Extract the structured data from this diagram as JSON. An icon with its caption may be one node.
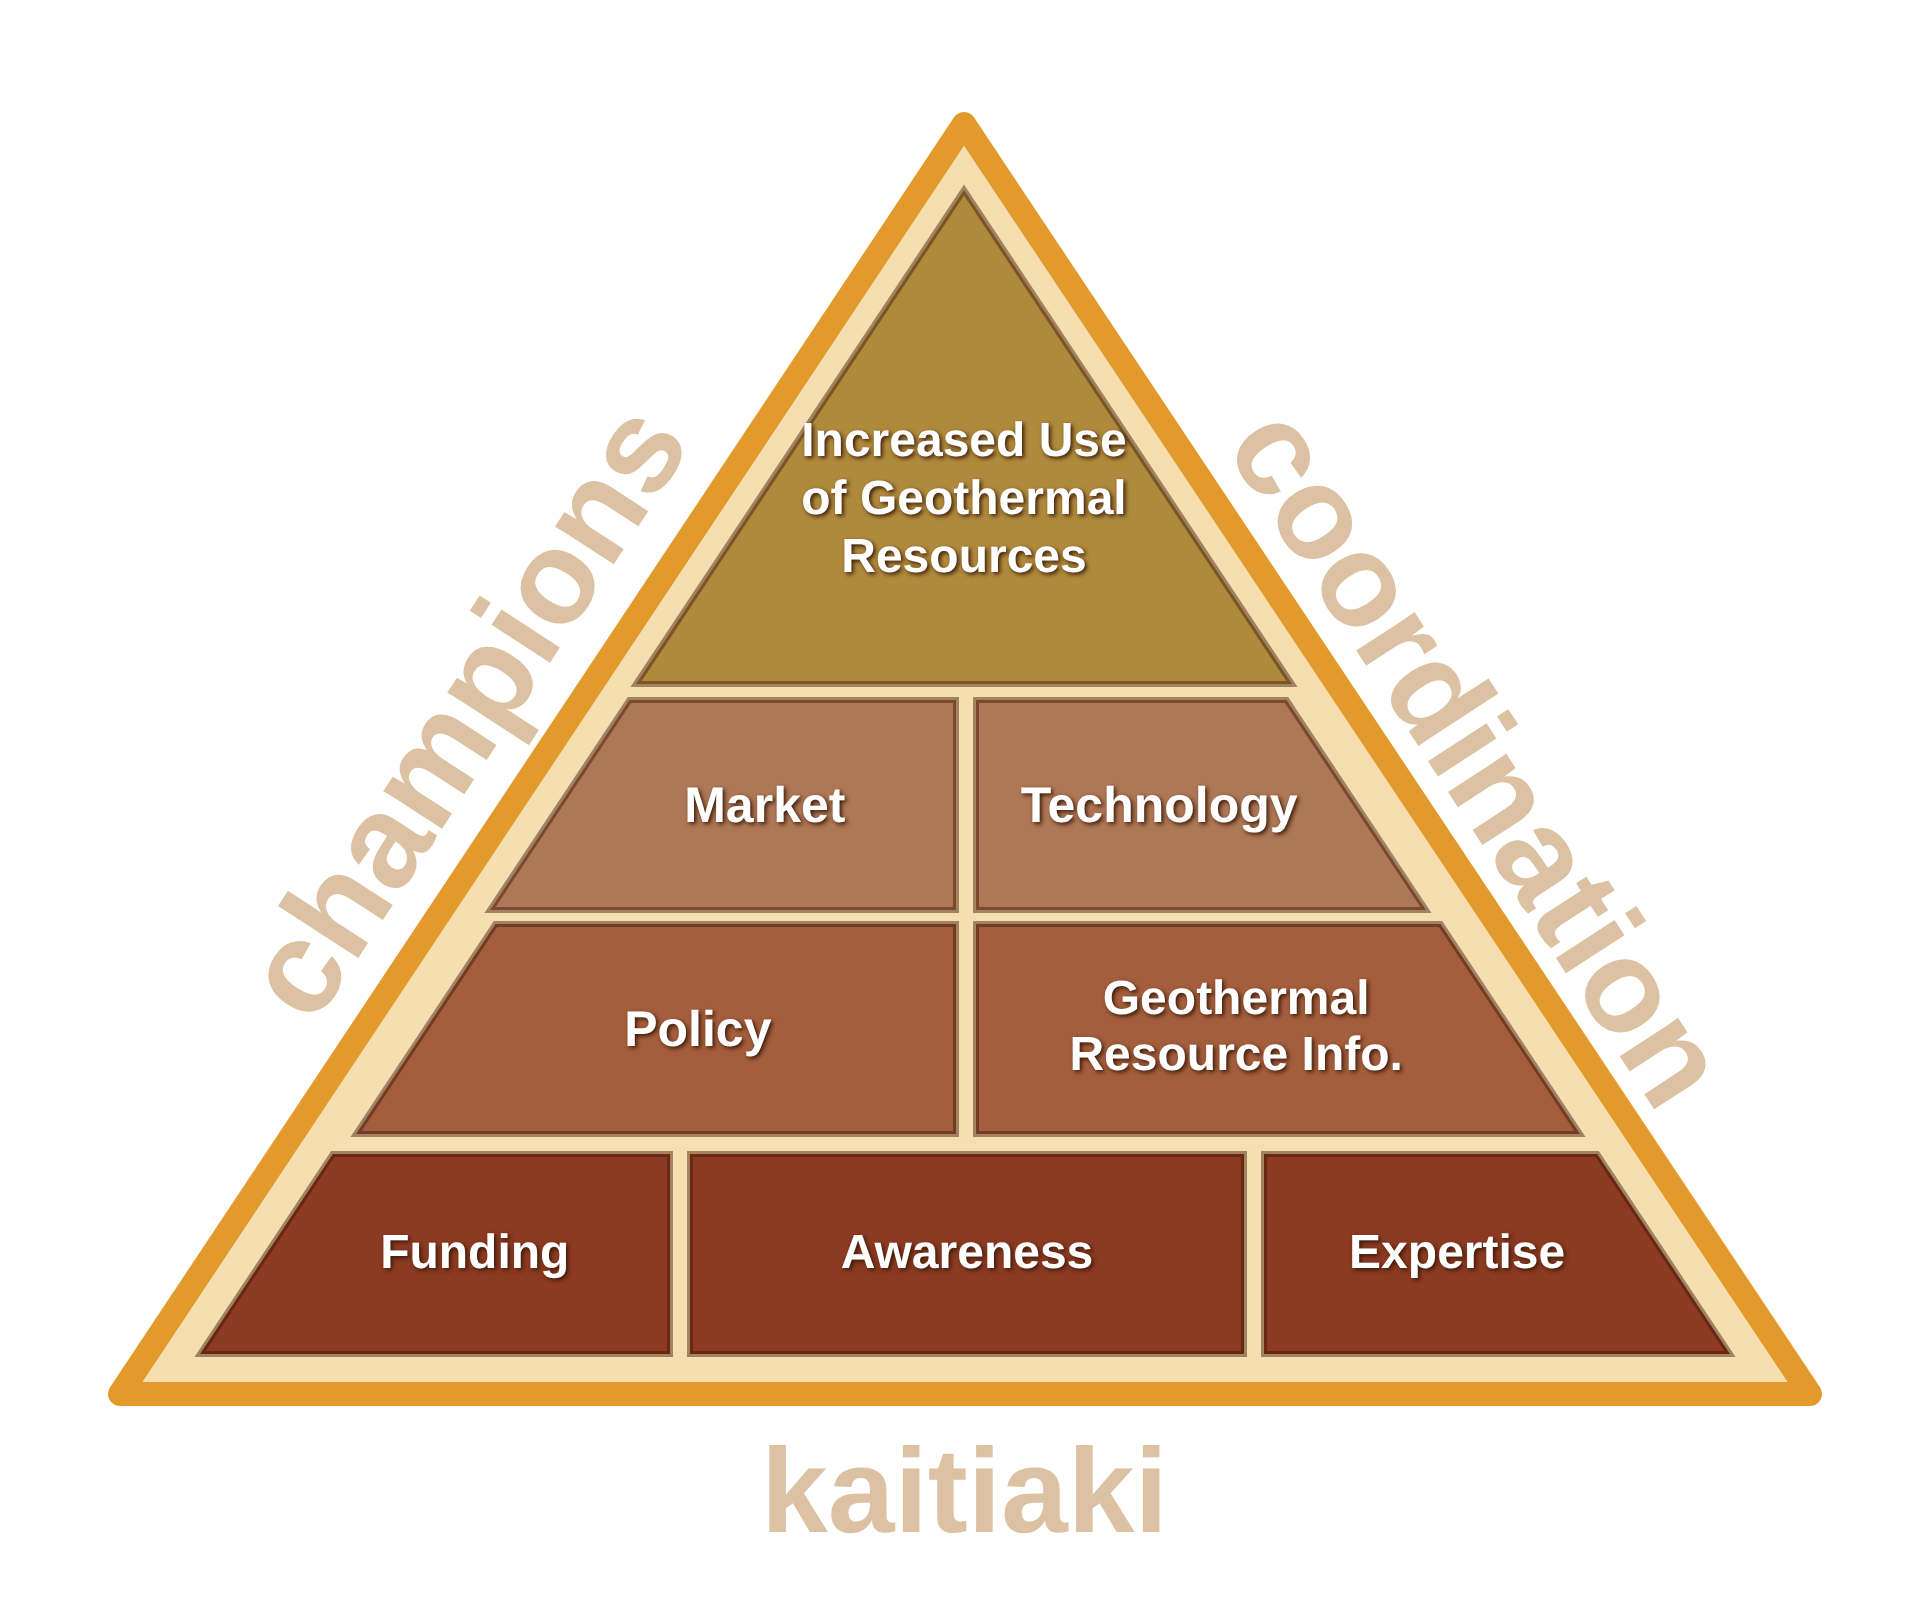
{
  "diagram": {
    "nodes": [
      {
        "text": [],
        "shape": "triangle"
      },
      {
        "text": [
          "Increased Use of Geothermal Resources"
        ],
        "in": 0
      },
      {
        "text": [
          "Market"
        ],
        "in": 0
      },
      {
        "text": [
          "Technology"
        ],
        "in": 0
      },
      {
        "text": [
          "Policy"
        ],
        "in": 0
      },
      {
        "text": [
          "Geothermal Resource Info."
        ],
        "in": 0
      },
      {
        "text": [
          "Funding"
        ],
        "in": 0
      },
      {
        "text": [
          "Awareness"
        ],
        "in": 0
      },
      {
        "text": [
          "Expertise"
        ],
        "in": 0
      }
    ],
    "edges": [],
    "labels": [
      "champions",
      "coordination",
      "kaitiaki"
    ]
  }
}
